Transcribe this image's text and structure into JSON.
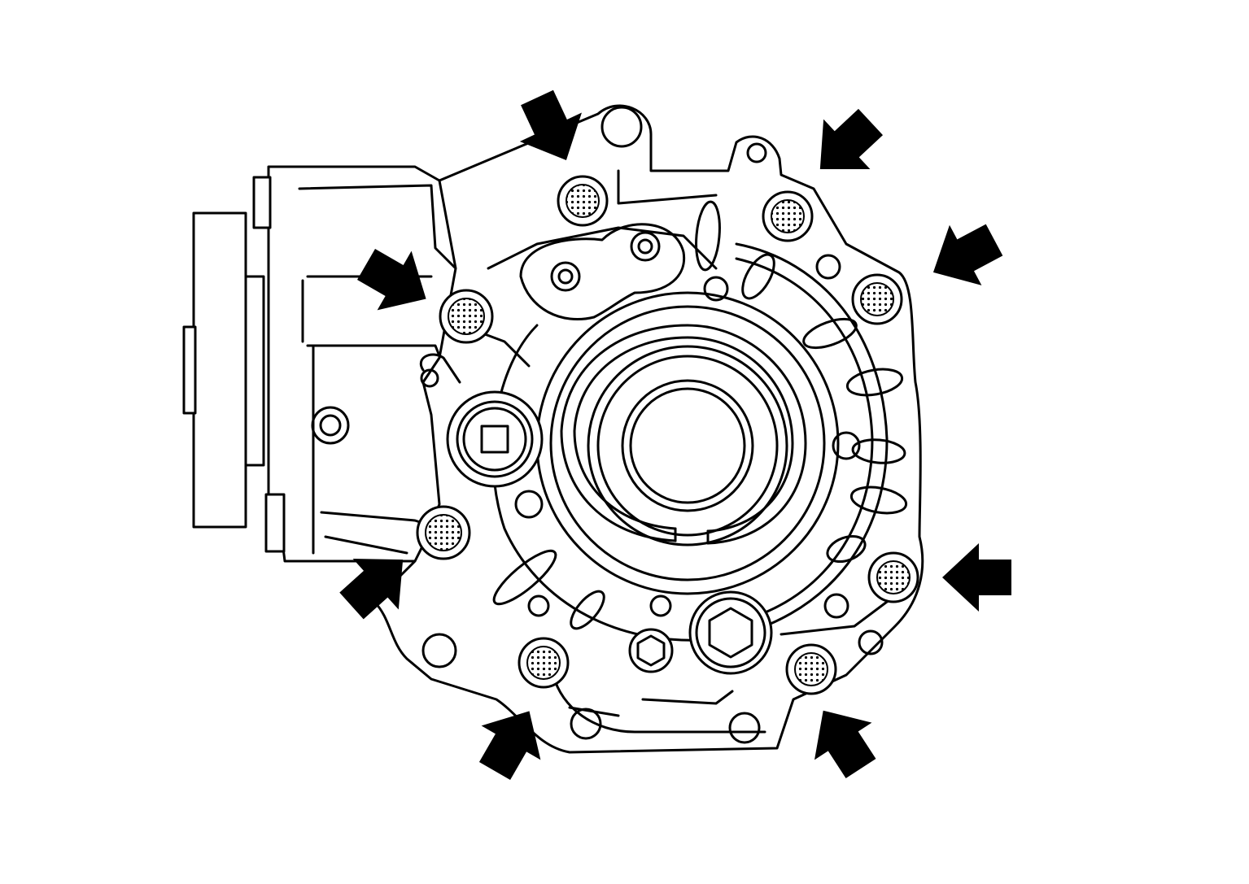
{
  "diagram": {
    "colors": {
      "line": "#000000",
      "background": "#ffffff",
      "arrow": "#000000"
    },
    "bolt_callouts": [
      {
        "id": "bolt-top-left",
        "highlighted": true
      },
      {
        "id": "bolt-top-right",
        "highlighted": true
      },
      {
        "id": "bolt-right-upper",
        "highlighted": true
      },
      {
        "id": "bolt-left-upper",
        "highlighted": true
      },
      {
        "id": "bolt-left-lower",
        "highlighted": true
      },
      {
        "id": "bolt-right-lower",
        "highlighted": true
      },
      {
        "id": "bolt-bottom-left",
        "highlighted": true
      },
      {
        "id": "bolt-bottom-right",
        "highlighted": true
      }
    ]
  }
}
